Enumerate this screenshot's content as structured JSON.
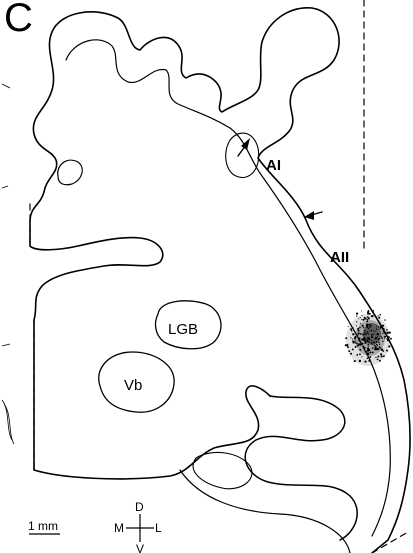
{
  "panel_letter": "C",
  "labels": {
    "ai": "AI",
    "aii": "AII",
    "lgb": "LGB",
    "vb": "Vb"
  },
  "scale_bar": {
    "label": "1 mm"
  },
  "orientation": {
    "dorsal": "D",
    "ventral": "V",
    "medial": "M",
    "lateral": "L"
  },
  "colors": {
    "ink": "#000000",
    "background": "#ffffff"
  }
}
